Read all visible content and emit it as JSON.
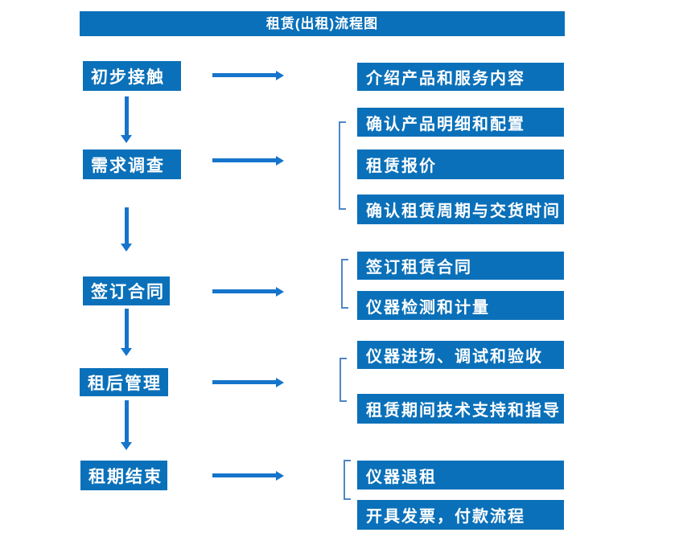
{
  "title": "租赁(出租)流程图",
  "colors": {
    "box_blue": "#0a70b9",
    "arrow_blue": "#1574cb",
    "bracket_blue": "#4f86c6",
    "text_white": "#ffffff",
    "background": "#ffffff"
  },
  "steps": [
    {
      "label": "初步接触",
      "outputs": [
        "介绍产品和服务内容"
      ]
    },
    {
      "label": "需求调查",
      "outputs": [
        "确认产品明细和配置",
        "租赁报价",
        "确认租赁周期与交货时间"
      ]
    },
    {
      "label": "签订合同",
      "outputs": [
        "签订租赁合同",
        "仪器检测和计量"
      ]
    },
    {
      "label": "租后管理",
      "outputs": [
        "仪器进场、调试和验收",
        "租赁期间技术支持和指导"
      ]
    },
    {
      "label": "租期结束",
      "outputs": [
        "仪器退租",
        "开具发票，付款流程"
      ]
    }
  ]
}
